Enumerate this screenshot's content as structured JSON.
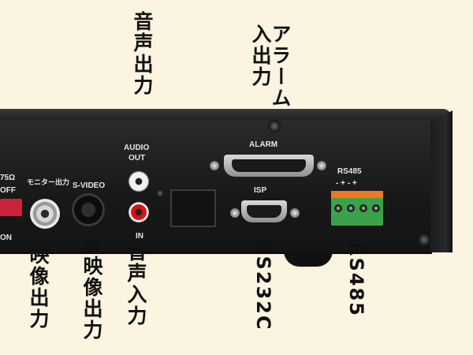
{
  "callouts": {
    "audio_out": "音声出力",
    "alarm": "アラーム\n入出力",
    "video_out": "映像出力",
    "s_video_out": "S映像出力",
    "audio_in": "音声入力",
    "rs232c": "RS232C",
    "rs485": "RS485"
  },
  "panel_text": {
    "impedance": "75Ω",
    "off": "OFF",
    "on": "ON",
    "monitor_out": "モニター出力",
    "s_video": "S-VIDEO",
    "audio_out_line1": "AUDIO",
    "audio_out_line2": "OUT",
    "in": "IN",
    "alarm": "ALARM",
    "isp": "ISP",
    "rs485": "RS485",
    "terminal_polarity": "-  +  -  +"
  },
  "colors": {
    "background": "#fbf4e1",
    "device": "#1b1b1b",
    "terminal_block": "#3aa24a",
    "terminal_top": "#f0781e",
    "rca_in": "#d11111"
  }
}
